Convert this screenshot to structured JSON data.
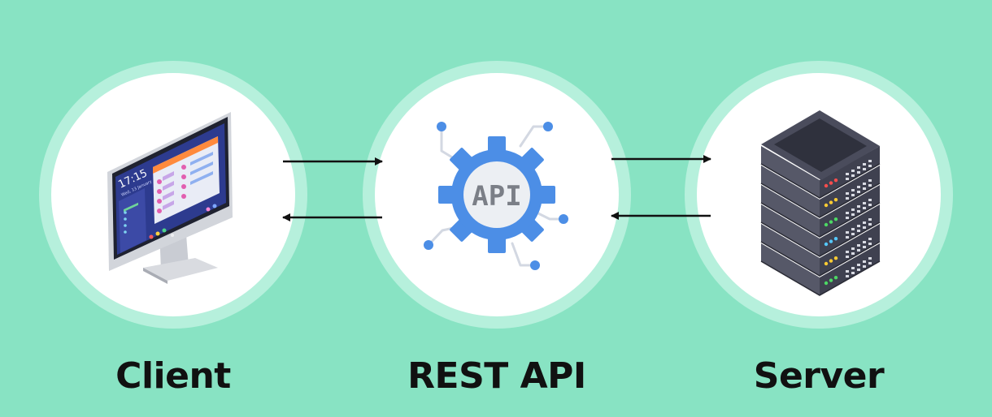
{
  "nodes": [
    {
      "label": "Client",
      "icon": "desktop-computer-icon"
    },
    {
      "label": "REST API",
      "icon": "api-gear-icon"
    },
    {
      "label": "Server",
      "icon": "server-rack-icon"
    }
  ],
  "api_badge_text": "API",
  "monitor": {
    "clock_time": "17:15",
    "clock_date": "Wed, 13 January"
  },
  "colors": {
    "background": "#88e3c3",
    "ring": "#b6f0dc",
    "gear": "#4c8ee6",
    "server_body": "#3f4150"
  }
}
